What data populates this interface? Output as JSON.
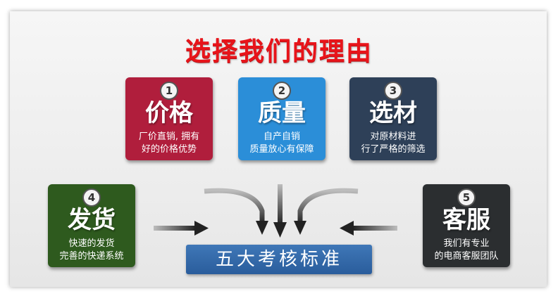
{
  "title": "选择我们的理由",
  "cards": [
    {
      "num": "1",
      "name": "价格",
      "desc1": "厂价直销, 拥有",
      "desc2": "好的价格优势",
      "color": "#b01e3c"
    },
    {
      "num": "2",
      "name": "质量",
      "desc1": "自产自销",
      "desc2": "质量放心有保障",
      "color": "#2b8ed8"
    },
    {
      "num": "3",
      "name": "选材",
      "desc1": "对原材料进",
      "desc2": "行了严格的筛选",
      "color": "#2e4058"
    },
    {
      "num": "4",
      "name": "发货",
      "desc1": "快速的发货",
      "desc2": "完善的快递系统",
      "color": "#2e5a1e"
    },
    {
      "num": "5",
      "name": "客服",
      "desc1": "我们有专业",
      "desc2": "的电商客服团队",
      "color": "#2b2e30"
    }
  ],
  "bottom_label": "五大考核标准"
}
